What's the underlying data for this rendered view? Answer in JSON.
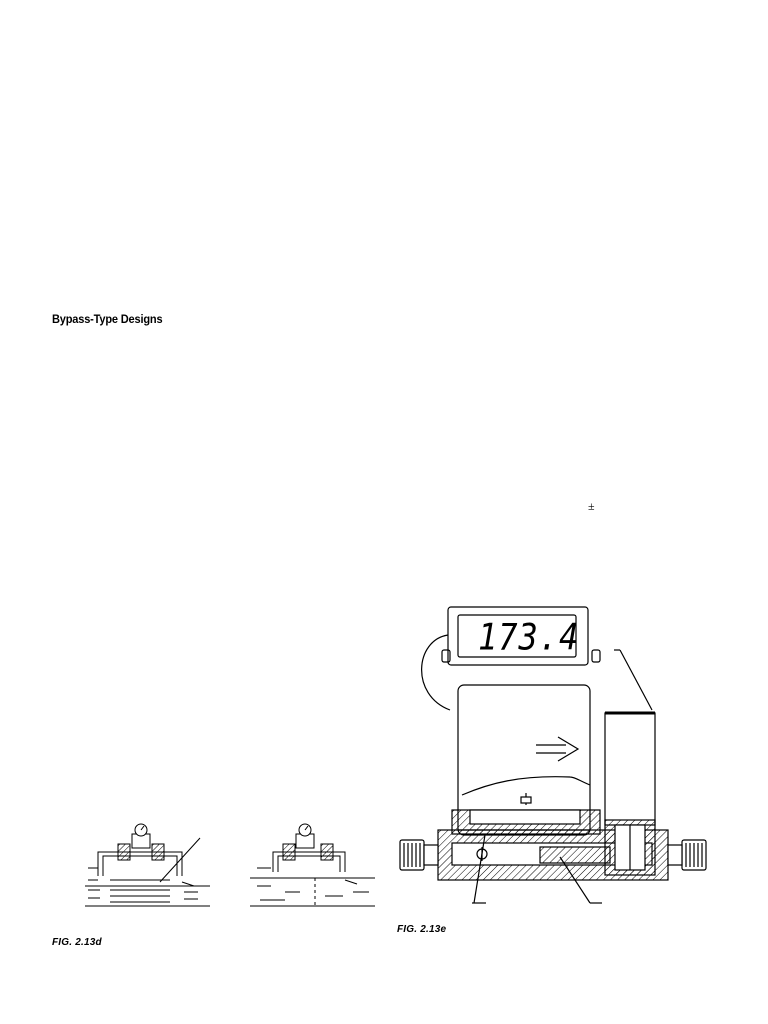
{
  "section": {
    "heading": "Bypass-Type Designs",
    "plus_minus": "±"
  },
  "figure_d": {
    "caption": "FIG. 2.13d"
  },
  "figure_e": {
    "caption": "FIG. 2.13e",
    "display_reading": "173.4"
  }
}
